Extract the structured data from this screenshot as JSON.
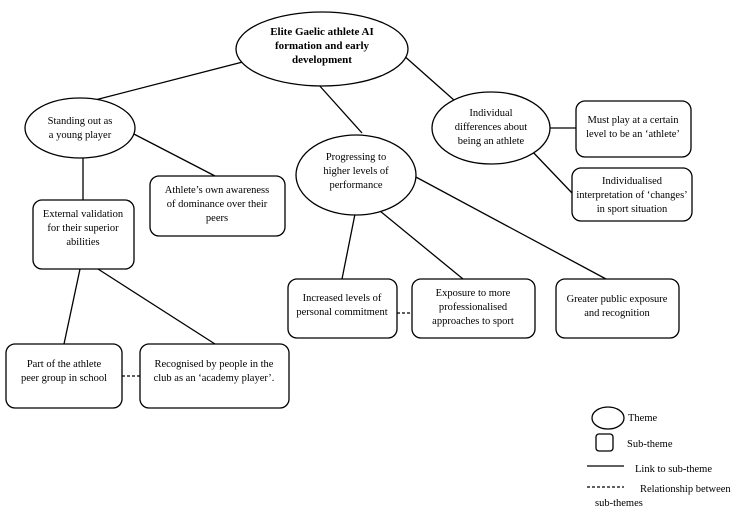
{
  "main_theme": {
    "lines": [
      "Elite Gaelic athlete AI",
      "formation and early",
      "development"
    ]
  },
  "themes": {
    "standing_out": {
      "lines": [
        "Standing out as",
        "a young player"
      ]
    },
    "progressing": {
      "lines": [
        "Progressing to",
        "higher levels of",
        "performance"
      ]
    },
    "individual_differences": {
      "lines": [
        "Individual",
        "differences about",
        "being an athlete"
      ]
    }
  },
  "subthemes": {
    "awareness": {
      "lines": [
        "Athlete’s own awareness",
        "of dominance over their",
        "peers"
      ]
    },
    "external_validation": {
      "lines": [
        "External validation",
        "for their superior",
        "abilities"
      ]
    },
    "peer_group": {
      "lines": [
        "Part of the athlete",
        "peer group in school"
      ]
    },
    "recognised": {
      "lines": [
        "Recognised by people in the",
        "club as an ‘academy player’."
      ]
    },
    "commitment": {
      "lines": [
        "Increased levels of",
        "personal commitment"
      ]
    },
    "professionalised": {
      "lines": [
        "Exposure to more",
        "professionalised",
        "approaches to sport"
      ]
    },
    "public_exposure": {
      "lines": [
        "Greater public exposure",
        "and recognition"
      ]
    },
    "certain_level": {
      "lines": [
        "Must play at a certain",
        "level to be an ‘athlete’"
      ]
    },
    "interpretation": {
      "lines": [
        "Individualised",
        "interpretation of ‘changes’",
        "in sport situation"
      ]
    }
  },
  "legend": {
    "theme_label": "Theme",
    "subtheme_label": "Sub-theme",
    "link_label": "Link to sub-theme",
    "relationship_lines": [
      "Relationship between",
      "sub-themes"
    ]
  }
}
